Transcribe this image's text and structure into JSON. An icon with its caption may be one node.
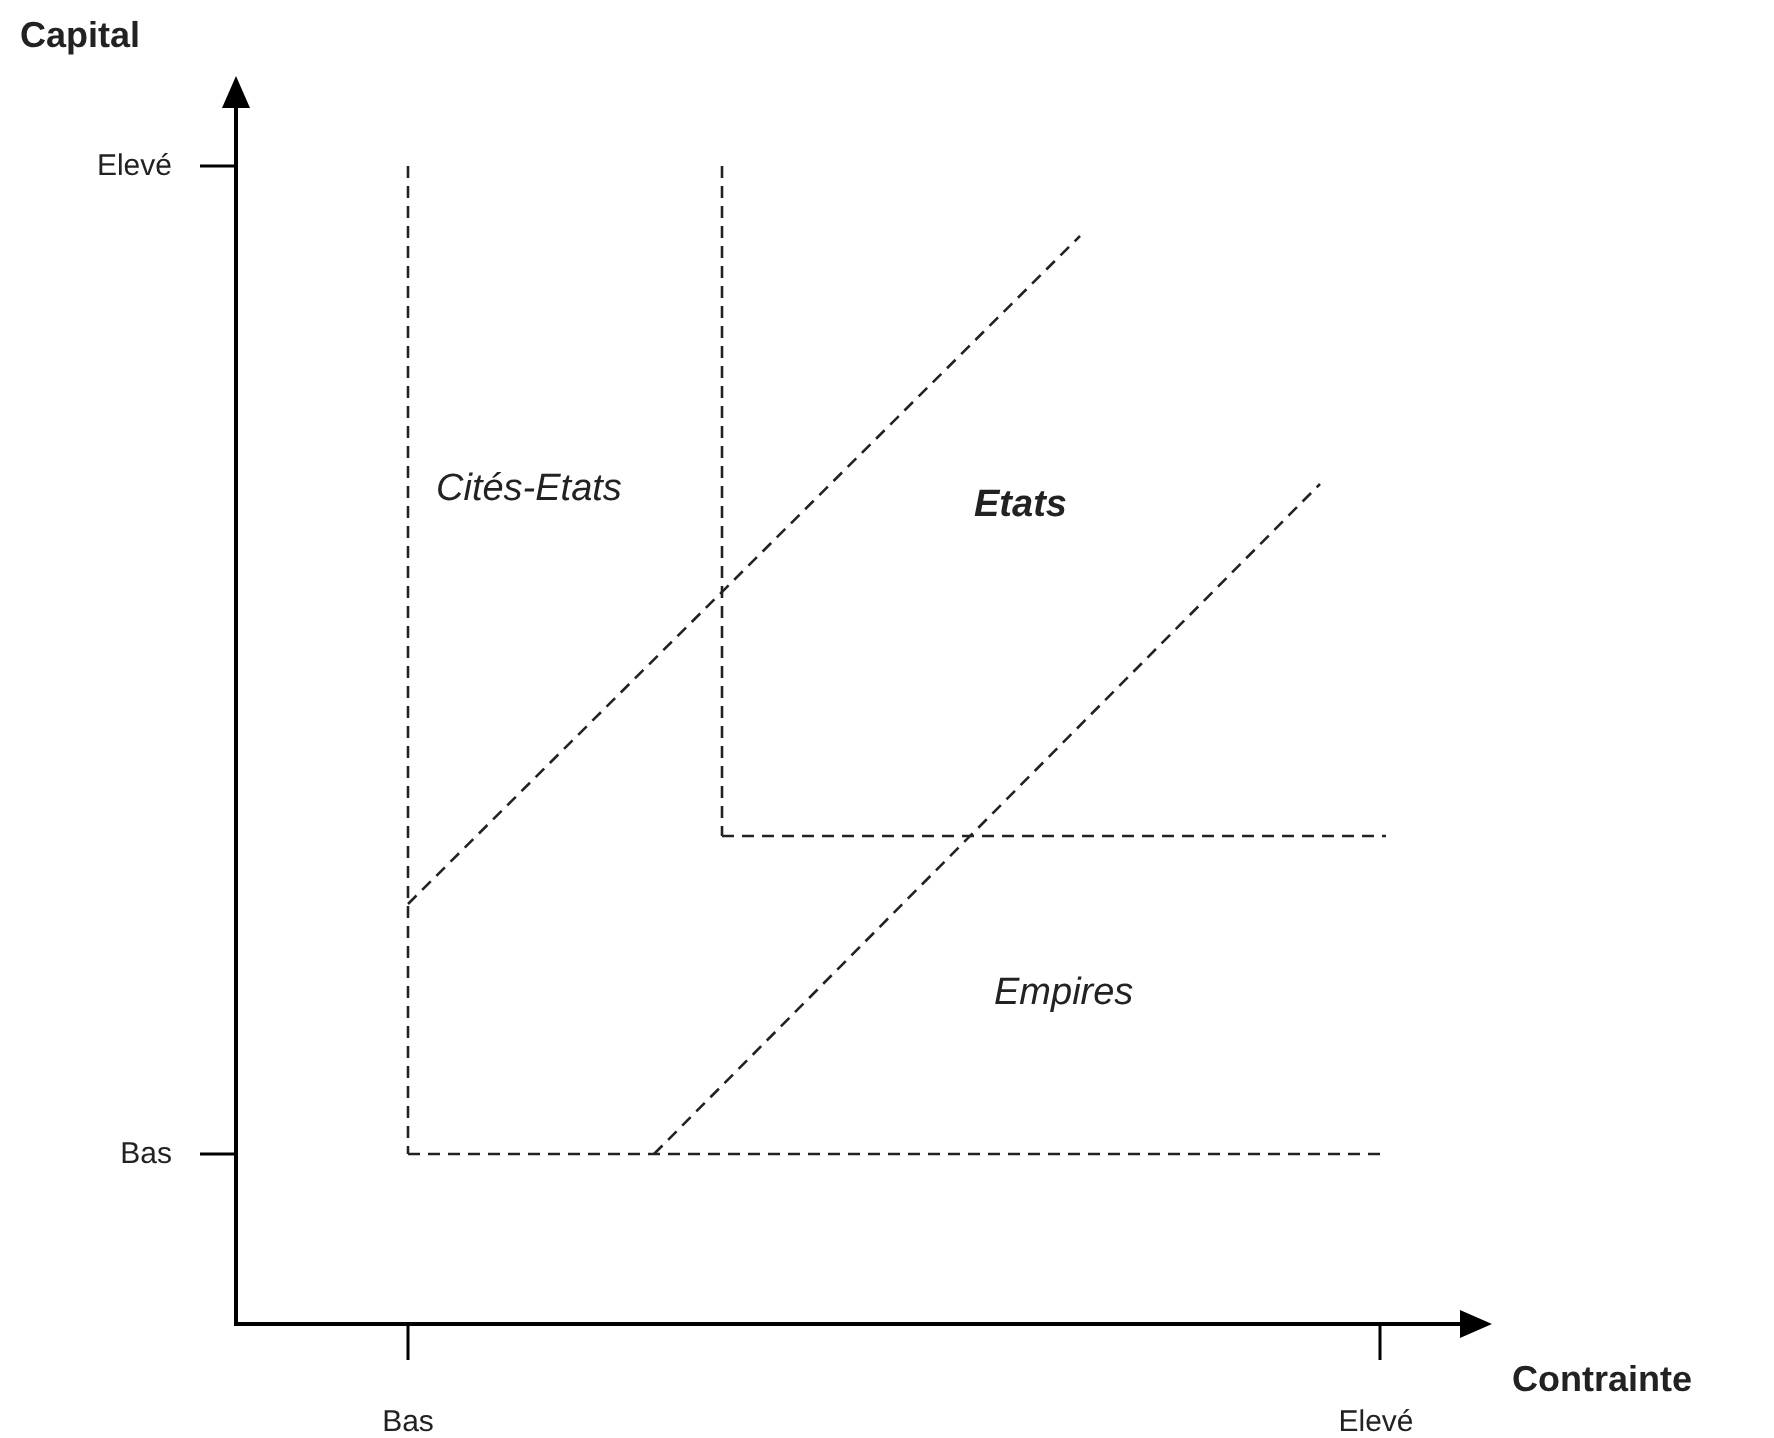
{
  "diagram": {
    "labels": [
      "Capital",
      "Elevé",
      "Cités-Etats",
      "Etats",
      "Empires",
      "Bas",
      "Contrainte",
      "Bas",
      "Elevé"
    ]
  }
}
